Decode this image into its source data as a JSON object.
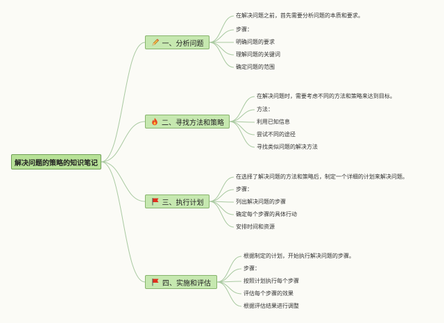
{
  "colors": {
    "line": "#a8c9a0",
    "node_fill": "#c6e8b0",
    "root_fill": "#b7e197",
    "flag": "#e0301e"
  },
  "root": {
    "label": "解决问题的策略的知识笔记"
  },
  "branches": [
    {
      "label": "一、分析问题",
      "icon": "pencil-icon",
      "items": [
        "在解决问题之前，首先需要分析问题的本质和要求。",
        "步骤：",
        "明确问题的要求",
        "理解问题的关键词",
        "确定问题的范围"
      ]
    },
    {
      "label": "二、寻找方法和策略",
      "icon": "fire-icon",
      "items": [
        "在解决问题时，需要考虑不同的方法和策略来达到目标。",
        "方法：",
        "利用已知信息",
        "尝试不同的途径",
        "寻找类似问题的解决方法"
      ]
    },
    {
      "label": "三、执行计划",
      "icon": "flag-icon",
      "items": [
        "在选择了解决问题的方法和策略后，制定一个详细的计划来解决问题。",
        "步骤：",
        "列出解决问题的步骤",
        "确定每个步骤的具体行动",
        "安排时间和资源"
      ]
    },
    {
      "label": "四、实施和评估",
      "icon": "flag-icon",
      "items": [
        "根据制定的计划，开始执行解决问题的步骤。",
        "步骤：",
        "按照计划执行每个步骤",
        "评估每个步骤的效果",
        "根据评估结果进行调整"
      ]
    }
  ]
}
